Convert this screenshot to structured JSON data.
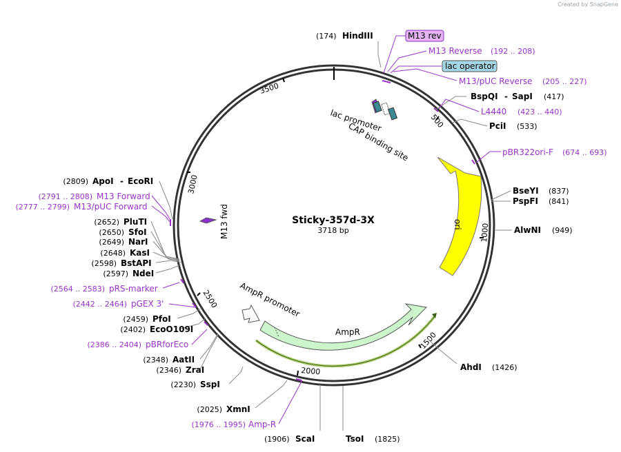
{
  "credit": "Created by SnapGene",
  "plasmid": {
    "name": "Sticky-357d-3X",
    "length_label": "3718 bp"
  },
  "ticks": [
    {
      "label": "3500",
      "rot": -18
    },
    {
      "label": "500",
      "rot": 50
    },
    {
      "label": "1000",
      "rot": -85
    },
    {
      "label": "1500",
      "rot": -48
    },
    {
      "label": "2000",
      "rot": 5
    },
    {
      "label": "2500",
      "rot": 58
    },
    {
      "label": "3000",
      "rot": -78
    }
  ],
  "enzymes": {
    "hindiii": {
      "pos": "(174)",
      "name": "HindIII"
    },
    "bspqi": {
      "name": "BspQI",
      "sep": "-",
      "name2": "SapI",
      "pos": "(417)"
    },
    "pcii": {
      "name": "PciI",
      "pos": "(533)"
    },
    "bseyi": {
      "name": "BseYI",
      "pos": "(837)"
    },
    "pspfi": {
      "name": "PspFI",
      "pos": "(841)"
    },
    "alwni": {
      "name": "AlwNI",
      "pos": "(949)"
    },
    "ahdi": {
      "name": "AhdI",
      "pos": "(1426)"
    },
    "tsoi": {
      "name": "TsoI",
      "pos": "(1825)"
    },
    "scai": {
      "pos": "(1906)",
      "name": "ScaI"
    },
    "xmni": {
      "pos": "(2025)",
      "name": "XmnI"
    },
    "sspi": {
      "pos": "(2230)",
      "name": "SspI"
    },
    "zrai": {
      "pos": "(2346)",
      "name": "ZraI"
    },
    "aatii": {
      "pos": "(2348)",
      "name": "AatII"
    },
    "eco0109i": {
      "pos": "(2402)",
      "name": "EcoO109I"
    },
    "pfoi": {
      "pos": "(2459)",
      "name": "PfoI"
    },
    "ndei": {
      "pos": "(2597)",
      "name": "NdeI"
    },
    "bstapi": {
      "pos": "(2598)",
      "name": "BstAPI"
    },
    "kasi": {
      "pos": "(2648)",
      "name": "KasI"
    },
    "nari": {
      "pos": "(2649)",
      "name": "NarI"
    },
    "sfoi": {
      "pos": "(2650)",
      "name": "SfoI"
    },
    "pluti": {
      "pos": "(2652)",
      "name": "PluTI"
    },
    "apoi": {
      "pos": "(2809)",
      "name": "ApoI",
      "sep": "-",
      "name2": "EcoRI"
    }
  },
  "primers": {
    "m13rev_box": "M13 rev",
    "m13reverse": {
      "name": "M13 Reverse",
      "range": "(192 .. 208)"
    },
    "lacop_box": "lac operator",
    "m13puc_rev": {
      "name": "M13/pUC Reverse",
      "range": "(205 .. 227)"
    },
    "l4440": {
      "name": "L4440",
      "range": "(423 .. 440)"
    },
    "pbr322ori": {
      "name": "pBR322ori-F",
      "range": "(674 .. 693)"
    },
    "amp_r": {
      "range": "(1976 .. 1995)",
      "name": "Amp-R"
    },
    "pbrforeco": {
      "range": "(2386 .. 2404)",
      "name": "pBRforEco"
    },
    "pgex3": {
      "range": "(2442 .. 2464)",
      "name": "pGEX 3'"
    },
    "prs_marker": {
      "range": "(2564 .. 2583)",
      "name": "pRS-marker"
    },
    "m13puc_fwd": {
      "range": "(2777 .. 2799)",
      "name": "M13/pUC Forward"
    },
    "m13forward": {
      "range": "(2791 .. 2808)",
      "name": "M13 Forward"
    }
  },
  "features": {
    "lac_promoter": "lac promoter",
    "cap_site": "CAP binding site",
    "ori": "ori",
    "ampr": "AmpR",
    "ampr_promoter": "AmpR promoter",
    "m13fwd": "M13 fwd"
  },
  "colors": {
    "backbone": "#333333",
    "primer": "#9a33cc",
    "ori_fill": "#ffff00",
    "ampr_fill": "#ccf5cc",
    "ampr_orf": "#8ab833",
    "lacop_fill": "#a4d7e6",
    "m13rev_fill": "#e3b3f2",
    "cap_fill": "#3d8a96"
  }
}
